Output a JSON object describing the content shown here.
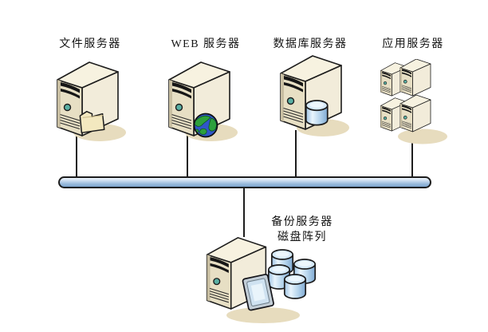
{
  "diagram": {
    "type": "network-topology",
    "nodes": [
      {
        "id": "file-server",
        "label": "文件服务器",
        "icon": "server-tower-folder-icon"
      },
      {
        "id": "web-server",
        "label": "WEB 服务器",
        "icon": "server-tower-globe-icon"
      },
      {
        "id": "database-server",
        "label": "数据库服务器",
        "icon": "server-tower-database-icon"
      },
      {
        "id": "application-server",
        "label": "应用服务器",
        "icon": "server-cluster-icon"
      },
      {
        "id": "backup-server",
        "label": "备份服务器",
        "sublabel": "磁盘阵列",
        "icon": "server-tower-monitor-disk-array-icon"
      }
    ],
    "connections": [
      {
        "from": "file-server",
        "to": "network-bus"
      },
      {
        "from": "web-server",
        "to": "network-bus"
      },
      {
        "from": "database-server",
        "to": "network-bus"
      },
      {
        "from": "application-server",
        "to": "network-bus"
      },
      {
        "from": "backup-server",
        "to": "network-bus"
      }
    ],
    "colors": {
      "background": "#ffffff",
      "bus_light": "#eef4fb",
      "bus_dark": "#7aa2cc",
      "outline": "#1c1c1c",
      "tower_front": "#e7dfc4",
      "tower_side": "#f2ecda",
      "tower_top": "#f7f2e0",
      "shadow": "#e7dcbe",
      "power_led": "#5ab0a4",
      "disk_light": "#e9f5fd",
      "disk_dark": "#7fa9d2",
      "globe_ocean": "#3056c8",
      "globe_land": "#2da03c",
      "monitor_frame": "#c2cdd6",
      "monitor_screen": "#cfe2f1"
    }
  }
}
